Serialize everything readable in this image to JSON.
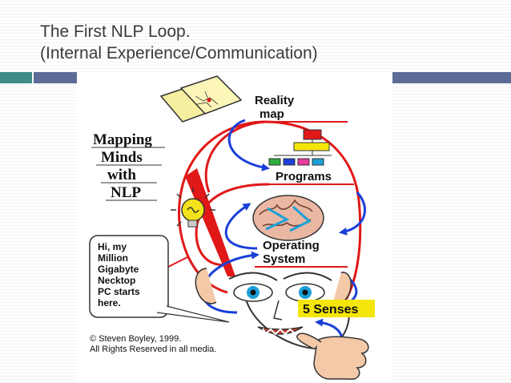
{
  "slide": {
    "title_line1": "The First NLP Loop.",
    "title_line2": "(Internal Experience/Communication)"
  },
  "diagram": {
    "mapping_title": [
      "Mapping",
      "Minds",
      "with",
      "NLP"
    ],
    "reality_map": [
      "Reality",
      "map"
    ],
    "programs": "Programs",
    "operating_system": [
      "Operating",
      "System"
    ],
    "five_senses": "5 Senses",
    "speech_bubble": [
      "Hi, my",
      "Million",
      "Gigabyte",
      "Necktop",
      "PC starts",
      "here."
    ],
    "copyright": [
      "© Steven Boyley, 1999.",
      "All Rights Reserved in all media."
    ]
  },
  "colors": {
    "loop_red": "#e01818",
    "arrow_blue": "#1a3fd8",
    "senses_yellow": "#f5e60a",
    "bulb_yellow": "#f3e21b"
  },
  "icons": [
    "map-icon",
    "org-chart-icon",
    "brain-icon",
    "lightbulb-icon",
    "face-icon",
    "pointing-hand-icon"
  ]
}
